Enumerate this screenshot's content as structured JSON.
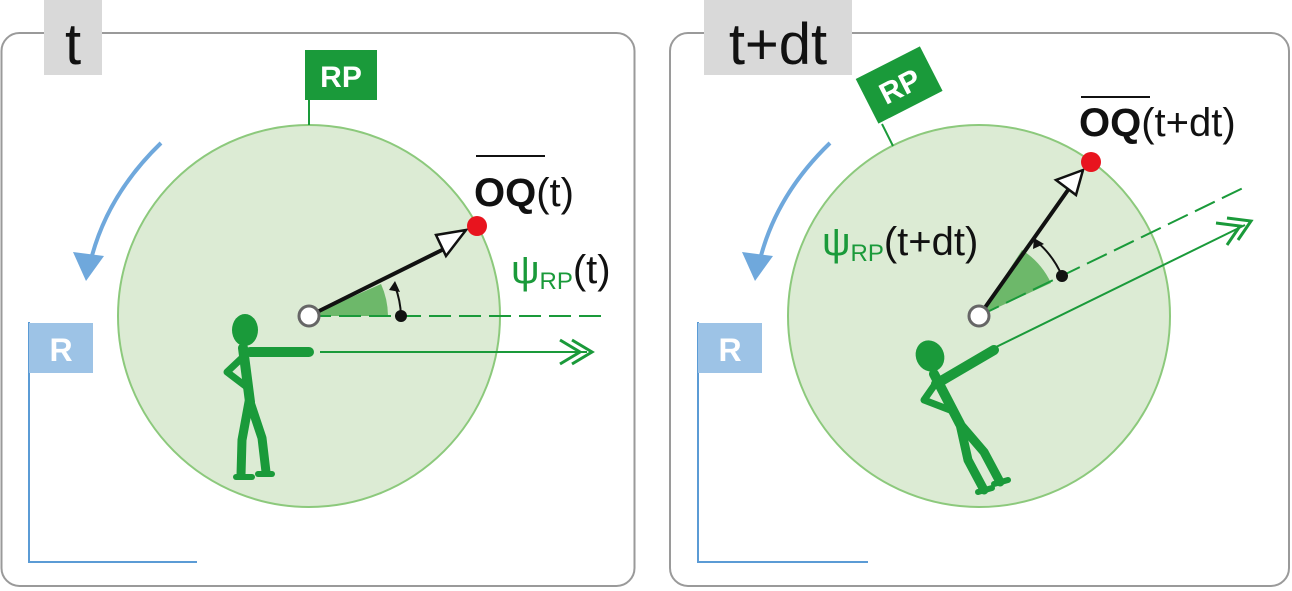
{
  "panels": [
    {
      "id": "left",
      "time_label": "t",
      "rp_label": "RP",
      "r_label": "R",
      "vector_label": "OQ",
      "vector_arg": "(t)",
      "psi_symbol": "ψ",
      "psi_subscript": "RP",
      "psi_arg": "(t)"
    },
    {
      "id": "right",
      "time_label": "t+dt",
      "rp_label": "RP",
      "r_label": "R",
      "vector_label": "OQ",
      "vector_arg": "(t+dt)",
      "psi_symbol": "ψ",
      "psi_subscript": "RP",
      "psi_arg": "(t+dt)"
    }
  ],
  "colors": {
    "frame": "#999999",
    "time_tag_bg": "#d9d9d9",
    "rp_green": "#1a9a3a",
    "disk_fill": "#dcebd4",
    "disk_stroke": "#8cc97c",
    "angle_fill": "#6db86a",
    "r_blue": "#9cc2e5",
    "r_axis": "#5b9bd5",
    "rotation_arrow": "#6fa8dc",
    "point_q": "#e8141e",
    "vector": "#111111"
  }
}
